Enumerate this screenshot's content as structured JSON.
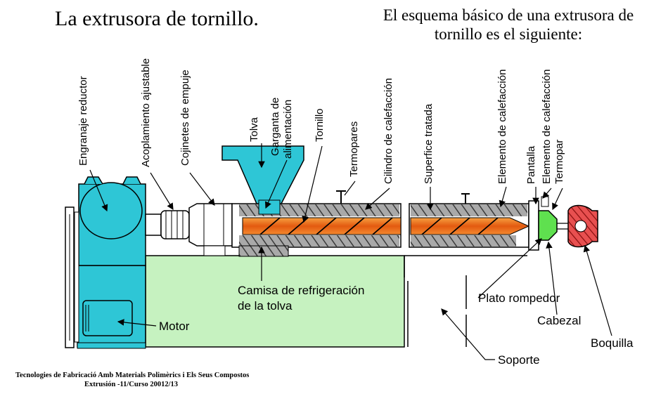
{
  "title": "La extrusora de tornillo.",
  "subtitle_line1": "El esquema básico de una extrusora de",
  "subtitle_line2": "tornillo es el siguiente:",
  "labels": {
    "engranaje": "Engranaje reductor",
    "acoplamiento": "Acoplamiento ajustable",
    "cojinetes": "Cojinetes de empuje",
    "tolva": "Tolva",
    "garganta_1": "Garganta de",
    "garganta_2": "alimentación",
    "tornillo": "Tornillo",
    "termopares": "Termopares",
    "cilindro": "Cilindro de calefacción",
    "superficie": "Superfice tratada",
    "elemento_1": "Elemento de calefacción",
    "pantalla": "Pantalla",
    "elemento_2": "Elemento de calefacción",
    "termopar": "Termopar",
    "camisa_1": "Camisa de refrigeración",
    "camisa_2": "de la tolva",
    "motor": "Motor",
    "plato": "Plato rompedor",
    "cabezal": "Cabezal",
    "boquilla": "Boquilla",
    "soporte": "Soporte"
  },
  "footer_line1": "Tecnologies de Fabricació  Amb  Materials Polimèrics  i Els Seus Compostos",
  "footer_line2": "Extrusión  -11/Curso  20012/13",
  "colors": {
    "cyan": "#2ec6d6",
    "light_green": "#c6f2c0",
    "orange": "#f07020",
    "red": "#e04040",
    "barrel_gray": "#9a9a9a"
  }
}
